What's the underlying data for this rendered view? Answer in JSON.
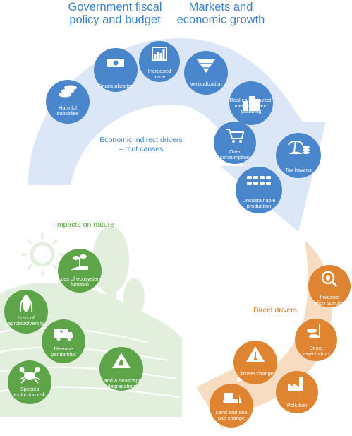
{
  "headings": {
    "government": "Government fiscal\npolicy and budget",
    "markets": "Markets and\neconomic growth"
  },
  "sections": {
    "indirect": "Economic indirect drivers\n– root causes",
    "direct": "Direct drivers",
    "impacts": "Impacts on nature"
  },
  "indirect_drivers": [
    {
      "label": "Harmful\nsubsidies",
      "icon": "coins-icon"
    },
    {
      "label": "Financialization",
      "icon": "banknote-icon"
    },
    {
      "label": "Increased\ntrade",
      "icon": "bar-chart-icon"
    },
    {
      "label": "Verticalization",
      "icon": "funnel-icon"
    },
    {
      "label": "Real estate invest-\nment and land\ngrabbing",
      "icon": "buildings-icon"
    },
    {
      "label": "Over\nconsumption",
      "icon": "shopping-cart-icon"
    },
    {
      "label": "Tax havens",
      "icon": "island-icon"
    },
    {
      "label": "Unsustainable\nproduction",
      "icon": "livestock-icon"
    }
  ],
  "direct_drivers": [
    {
      "label": "Invasive\nalien species",
      "icon": "magnifier-bug-icon"
    },
    {
      "label": "Direct\nexploitation",
      "icon": "fish-hook-icon"
    },
    {
      "label": "Climate change",
      "icon": "warning-thermometer-icon"
    },
    {
      "label": "Pollution",
      "icon": "factory-icon"
    },
    {
      "label": "Land and sea\nuse change",
      "icon": "bulldozer-icon"
    }
  ],
  "impacts": [
    {
      "label": "Loss of ecosystem\nfunction",
      "icon": "hand-plant-icon"
    },
    {
      "label": "Loss of\nagrobiodiversity",
      "icon": "corn-icon"
    },
    {
      "label": "Disease\npandemics",
      "icon": "ambulance-icon"
    },
    {
      "label": "Species\nextinction risk",
      "icon": "crab-icon"
    },
    {
      "label": "Land & seascape\ndegradation",
      "icon": "fire-warning-icon"
    }
  ],
  "colors": {
    "indirect_circle": "#4a86cc",
    "indirect_arrow": "#dbe6f6",
    "direct_circle": "#df8431",
    "direct_arrow": "#f7dcc2",
    "impact_circle": "#5da548",
    "impact_bg": "#e3efdd",
    "heading": "#3d82c9",
    "impacts_title": "#5da548",
    "direct_title": "#e07a1f"
  }
}
